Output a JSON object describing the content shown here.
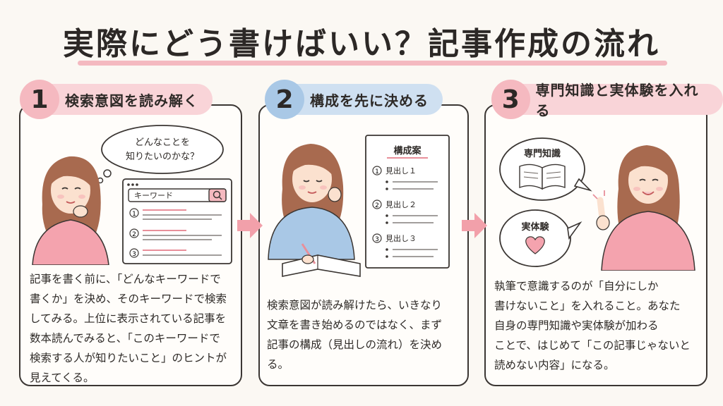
{
  "title": "実際にどう書けばいい？記事作成の流れ",
  "steps": [
    {
      "number": "1",
      "label": "検索意図を読み解く",
      "thought_line1": "どんなことを",
      "thought_line2": "知りたいのかな？",
      "search_keyword": "キーワード",
      "result_numbers": [
        "1",
        "2",
        "3"
      ],
      "description": "記事を書く前に、「どんなキーワードで\n書くか」を決め、そのキーワードで検索\nしてみる。上位に表示されている記事を\n数本読んでみると、「このキーワードで\n検索する人が知りたいこと」のヒントが\n見えてくる。"
    },
    {
      "number": "2",
      "label": "構成を先に決める",
      "outline_title": "構成案",
      "outline_items": [
        "見出し１",
        "見出し２",
        "見出し３"
      ],
      "outline_numbers": [
        "1",
        "2",
        "3"
      ],
      "description": "検索意図が読み解けたら、いきなり\n文章を書き始めるのではなく、まず\n記事の構成（見出しの流れ）を決める。"
    },
    {
      "number": "3",
      "label": "専門知識と実体験を入れる",
      "bubble_knowledge": "専門知識",
      "bubble_experience": "実体験",
      "description": "執筆で意識するのが「自分にしか\n書けないこと」を入れること。あなた\n自身の専門知識や実体験が加わる\nことで、はじめて「この記事じゃないと\n読めない内容」になる。"
    }
  ],
  "colors": {
    "pink": "#f5b9c0",
    "pink_light": "#f9d4d8",
    "blue": "#a9c8e6",
    "blue_light": "#cfe0f1",
    "arrow": "#f2a0aa"
  }
}
